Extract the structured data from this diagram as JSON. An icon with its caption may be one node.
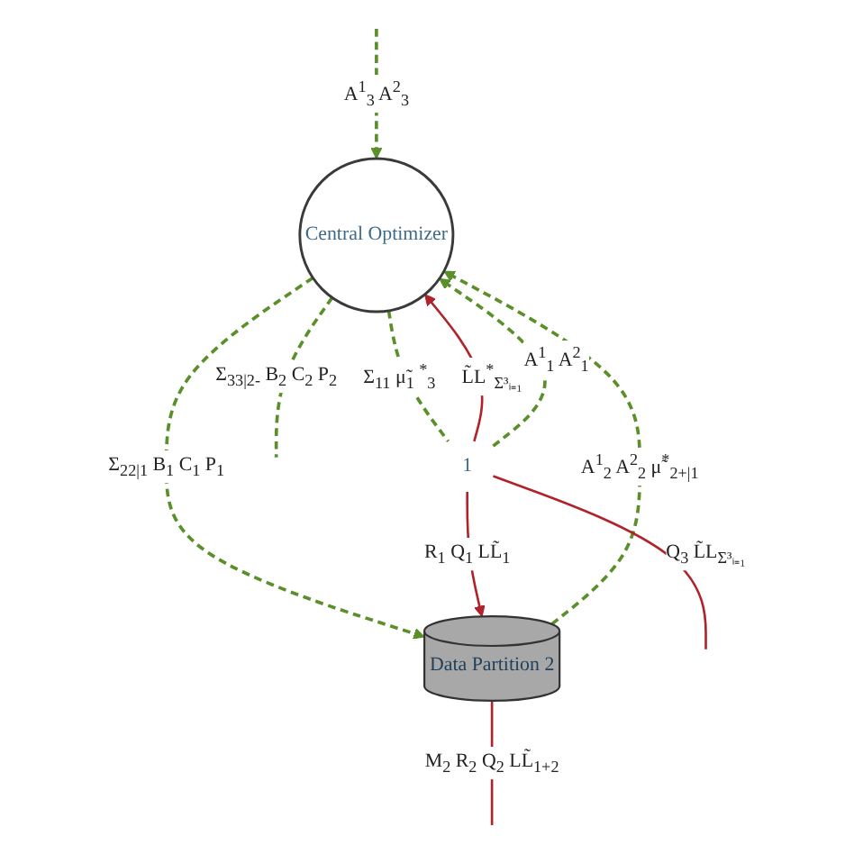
{
  "diagram": {
    "nodes": [
      {
        "text": [
          "Central Optimizer"
        ]
      },
      {
        "text": [
          "1"
        ]
      },
      {
        "text": [
          "Data Partition 2"
        ]
      }
    ],
    "edges": [
      {
        "from": 1,
        "to": 0,
        "arrow": "to",
        "label": "L̃L$^{*}$$_{Σ³ᵢ₌₁}$",
        "color": "#b0232a"
      },
      {
        "from": 0,
        "to": 1,
        "arrow": "none",
        "style": "dashed",
        "label": "Σ$_{11}$ μ̃$_{1}$ $^{*}$$_{3}$"
      },
      {
        "from": 1,
        "to": 0,
        "arrow": "to",
        "style": "dashed",
        "label": "A$^{1}$$_{1}$ A$^{2}$$_{1}$"
      },
      {
        "from": 0,
        "to": 2,
        "arrow": "to",
        "style": "dashed",
        "label": "Σ$_{22|1}$ B$_{1}$ C$_{1}$ P$_{1}$"
      },
      {
        "from": 2,
        "to": 0,
        "arrow": "to",
        "style": "dashed",
        "label": "A$^{1}$$_{2}$ A$^{2}$$_{2}$ μ̃$^{*}$$_{2+|1}$"
      },
      {
        "from": null,
        "to": 0,
        "arrow": "to",
        "style": "dashed",
        "label": "A$^{1}$$_{3}$ A$^{2}$$_{3}$"
      },
      {
        "from": 0,
        "to": null,
        "arrow": "none",
        "style": "dashed",
        "label": "Σ$_{33|2-}$ B$_{2}$ C$_{2}$ P$_{2}$"
      },
      {
        "from": 1,
        "to": 2,
        "arrow": "to",
        "label": "R$_{1}$ Q$_{1}$ LL̃$_{1}$",
        "color": "#b0232a"
      },
      {
        "from": 2,
        "to": null,
        "arrow": "none",
        "label": "M$_{2}$ R$_{2}$ Q$_{2}$ LL̃$_{1+2}$",
        "color": "#b0232a"
      },
      {
        "from": 1,
        "to": null,
        "arrow": "none",
        "label": "Q$_{3}$ L̃L$_{Σ³ᵢ₌₁}$",
        "color": "#b0232a"
      }
    ]
  }
}
